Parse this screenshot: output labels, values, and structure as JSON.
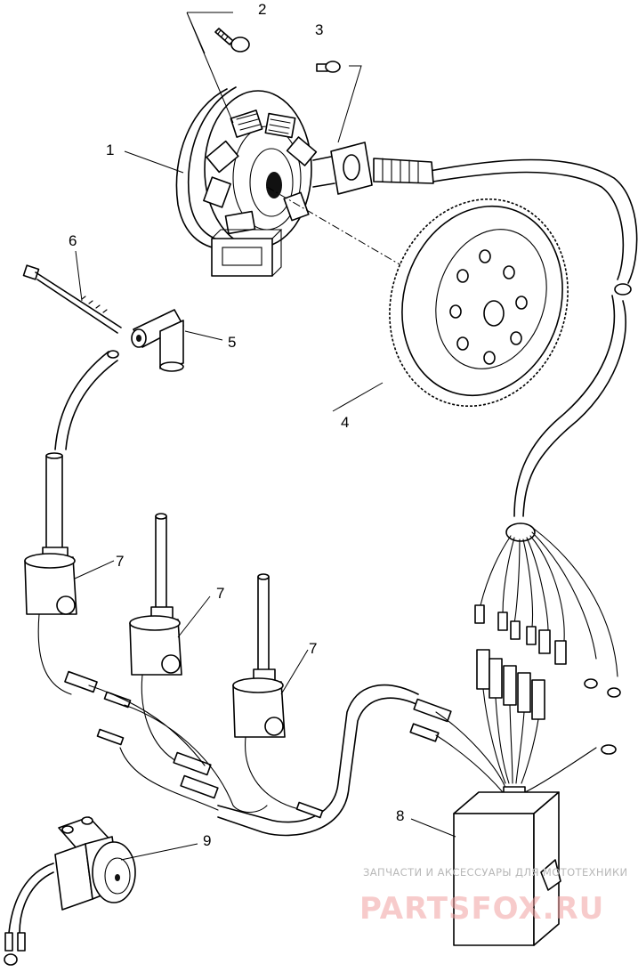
{
  "labels": {
    "p1": "1",
    "p2": "2",
    "p3": "3",
    "p4": "4",
    "p5": "5",
    "p6": "6",
    "p7a": "7",
    "p7b": "7",
    "p7c": "7",
    "p8": "8",
    "p9": "9"
  },
  "watermark": {
    "top": "ЗАПЧАСТИ И АКСЕССУАРЫ ДЛЯ МОТОТЕХНИКИ",
    "brand": "PARTSFOX.RU"
  },
  "colors": {
    "ink": "#000000",
    "watermark_gray": "#b8b8b8",
    "watermark_red": "#f0a0a0"
  }
}
